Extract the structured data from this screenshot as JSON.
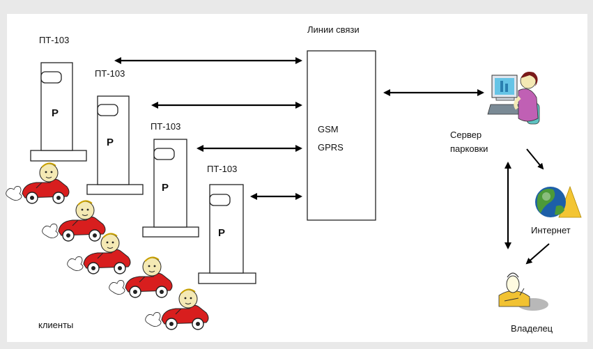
{
  "terminals": [
    {
      "label": "ПТ-103",
      "letter": "Р"
    },
    {
      "label": "ПТ-103",
      "letter": "Р"
    },
    {
      "label": "ПТ-103",
      "letter": "Р"
    },
    {
      "label": "ПТ-103",
      "letter": "Р"
    }
  ],
  "comm": {
    "title": "Линии связи",
    "line1": "GSM",
    "line2": "GPRS"
  },
  "server": {
    "line1": "Сервер",
    "line2": "парковки"
  },
  "internet": {
    "label": "Интернет"
  },
  "owner": {
    "label": "Владелец"
  },
  "clients": {
    "label": "клиенты"
  },
  "colors": {
    "background": "#e9e9e9",
    "panel": "#ffffff",
    "car_body": "#d81e1e",
    "person_skin": "#f4e9b4",
    "person_shirt": "#c060b4",
    "globe_blue": "#1d5fa8",
    "globe_green": "#4c9a38",
    "owner_yellow": "#f1c232"
  }
}
